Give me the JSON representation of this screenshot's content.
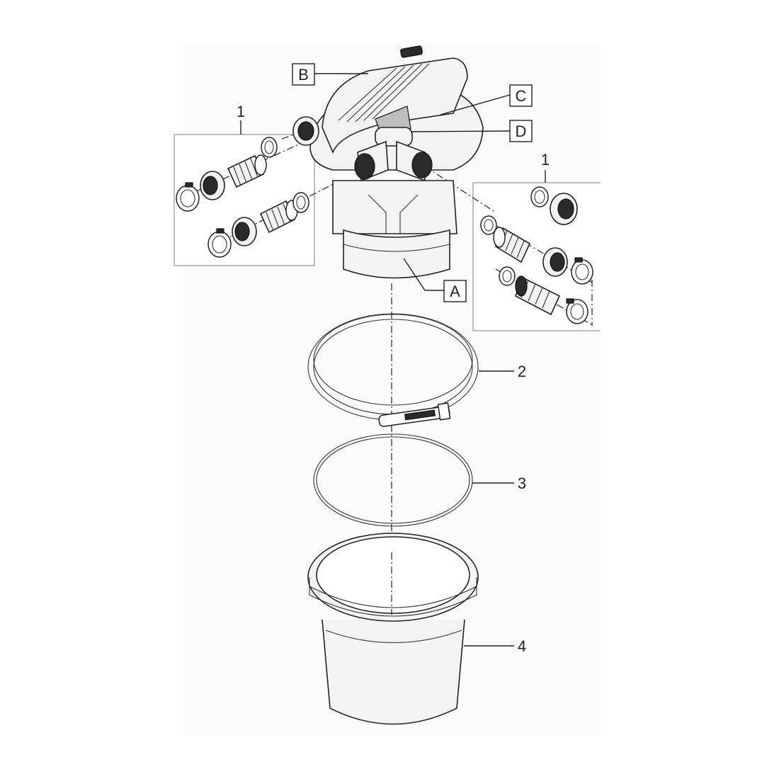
{
  "diagram": {
    "labels": {
      "A": "A",
      "B": "B",
      "C": "C",
      "D": "D",
      "n1_left": "1",
      "n1_right": "1",
      "n2": "2",
      "n3": "3",
      "n4": "4"
    }
  }
}
